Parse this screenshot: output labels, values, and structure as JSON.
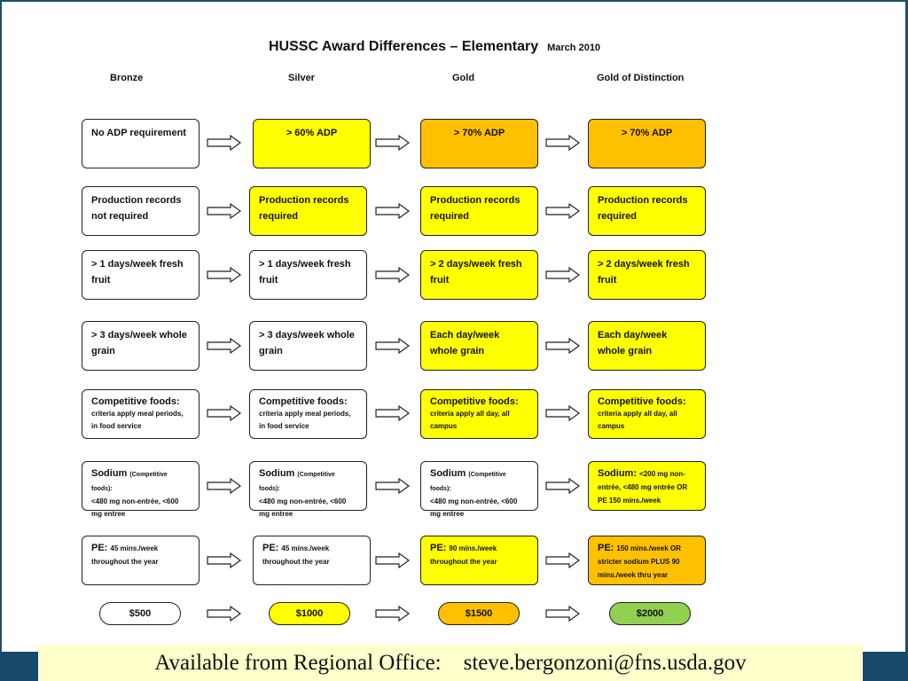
{
  "title": "HUSSC Award Differences – Elementary",
  "date": "March 2010",
  "columns": [
    "Bronze",
    "Silver",
    "Gold",
    "Gold of Distinction"
  ],
  "rows": [
    [
      "No ADP requirement",
      "> 60% ADP",
      "> 70% ADP",
      "> 70% ADP"
    ],
    [
      "Production records not required",
      "Production records required",
      "Production records required",
      "Production records required"
    ],
    [
      "> 1 days/week fresh fruit",
      "> 1 days/week fresh fruit",
      "> 2 days/week fresh fruit",
      "> 2 days/week fresh fruit"
    ],
    [
      "> 3 days/week whole grain",
      "> 3 days/week whole grain",
      "Each day/week whole grain",
      "Each day/week whole grain"
    ],
    [
      "Competitive foods:",
      "Competitive foods:",
      "Competitive foods:",
      "Competitive foods:"
    ],
    [
      "Sodium",
      "Sodium",
      "Sodium",
      "Sodium:"
    ],
    [
      "PE:",
      "PE:",
      "PE:",
      "PE:"
    ]
  ],
  "row_details": {
    "adp_prefix": "≥",
    "fruit_prefix": "≥",
    "grain_prefix": "≥",
    "comp_bronze": "criteria apply meal periods, in food service",
    "comp_silver": "criteria apply meal periods, in food service",
    "comp_gold": "criteria apply all day, all campus",
    "comp_god": "criteria apply all day, all campus",
    "sodium_tag": "(Competitive foods):",
    "sodium_bronze": "<480 mg non-entrée, <600 mg entree",
    "sodium_silver": "<480 mg non-entrée, <600 mg entree",
    "sodium_gold": "<480 mg non-entrée, <600 mg entree",
    "sodium_god": "<200 mg non-entrée, <480 mg entrée OR PE 150 mins./week",
    "pe_bronze": "45 mins./week throughout the year",
    "pe_silver": "45 mins./week throughout the year",
    "pe_gold": "90 mins./week throughout the year",
    "pe_god": "150 mins./week OR stricter sodium PLUS 90 mins./week thru year"
  },
  "awards": [
    "$500",
    "$1000",
    "$1500",
    "$2000"
  ],
  "footer": "Available from Regional Office:    steve.bergonzoni@fns.usda.gov",
  "colors": {
    "yellow": "#ffff00",
    "orange": "#ffc000",
    "green": "#92d050",
    "footer_bg": "#ffffcc",
    "frame": "#17496a"
  }
}
